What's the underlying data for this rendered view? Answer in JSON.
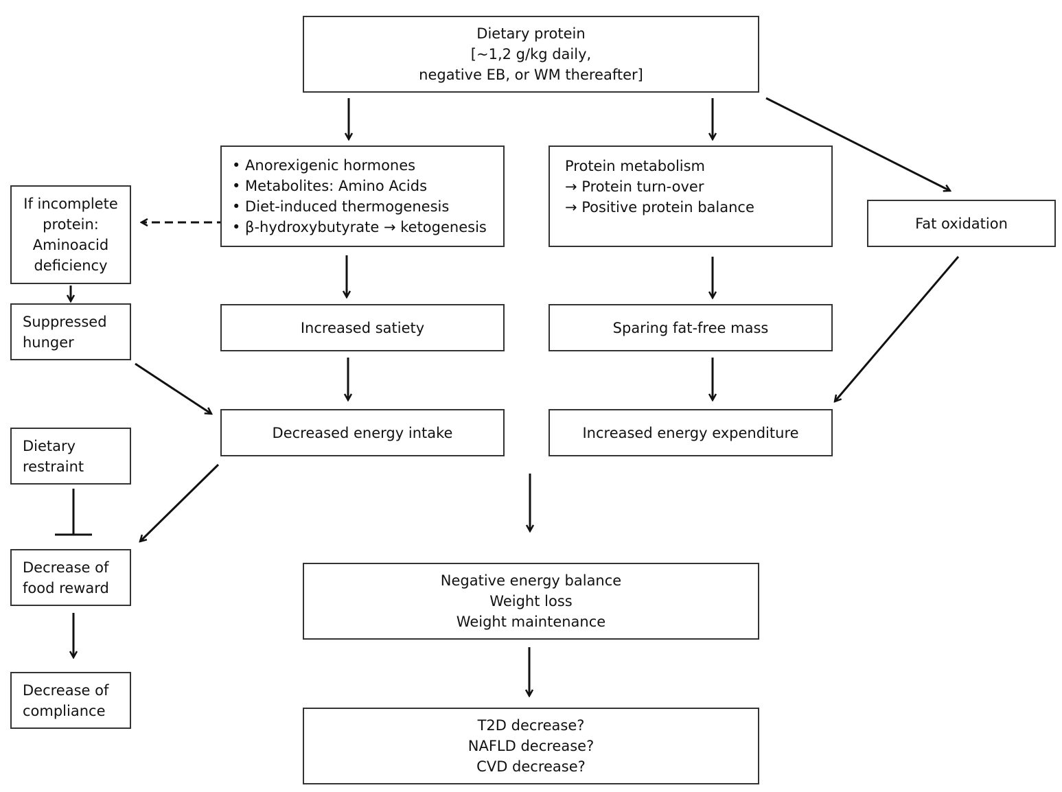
{
  "boxes": {
    "dietary_protein": [
      "Dietary protein",
      "[~1,2 g/kg daily,",
      "negative EB, or WM thereafter]"
    ],
    "mechanisms": [
      "• Anorexigenic hormones",
      "• Metabolites: Amino Acids",
      "• Diet-induced thermogenesis",
      "• β-hydroxybutyrate → ketogenesis"
    ],
    "protein_metabolism": [
      "Protein metabolism",
      "→ Protein turn-over",
      "→ Positive protein balance"
    ],
    "fat_oxidation": [
      "Fat oxidation"
    ],
    "incomplete_protein": [
      "If incomplete",
      "protein:",
      "Aminoacid",
      "deficiency"
    ],
    "suppressed_hunger": [
      "Suppressed",
      "hunger"
    ],
    "increased_satiety": [
      "Increased satiety"
    ],
    "sparing_ffm": [
      "Sparing fat-free mass"
    ],
    "decreased_intake": [
      "Decreased energy intake"
    ],
    "increased_expenditure": [
      "Increased energy expenditure"
    ],
    "dietary_restraint": [
      "Dietary",
      "restraint"
    ],
    "decrease_food_reward": [
      "Decrease of",
      "food reward"
    ],
    "decrease_compliance": [
      "Decrease of",
      "compliance"
    ],
    "negative_balance": [
      "Negative energy balance",
      "Weight loss",
      "Weight maintenance"
    ],
    "outcomes": [
      "T2D decrease?",
      "NAFLD decrease?",
      "CVD decrease?"
    ]
  },
  "colors": {
    "line": "#111111",
    "border": "#333333"
  }
}
